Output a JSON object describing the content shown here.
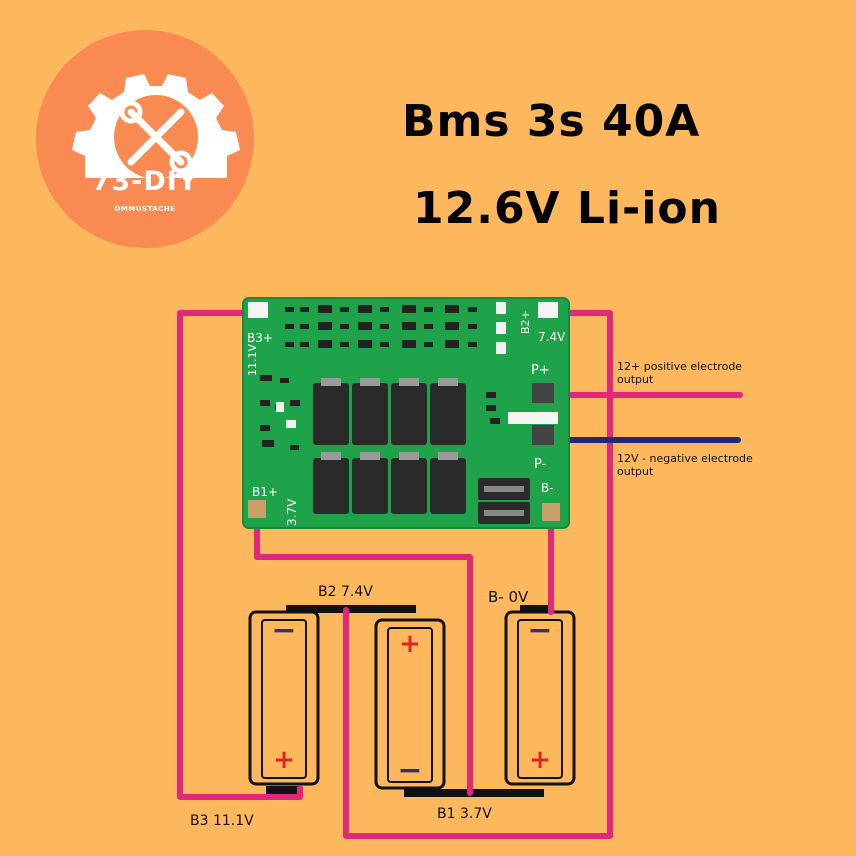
{
  "logo": {
    "name": "73-DIY",
    "tagline": "OMMUSTACHE"
  },
  "title": {
    "line1": "Bms 3s 40A",
    "line2": "12.6V Li-ion"
  },
  "board": {
    "pads": {
      "b3_plus": "B3+",
      "b3_voltage": "11.1V",
      "b2_plus": "B2+",
      "b2_voltage": "7.4V",
      "b1_plus": "B1+",
      "b1_voltage": "3.7V",
      "b_minus": "B-",
      "p_plus": "P+",
      "p_minus": "P-"
    }
  },
  "outputs": {
    "positive_line1": "12+ positive electrode",
    "positive_line2": "output",
    "negative_line1": "12V - negative electrode",
    "negative_line2": "output"
  },
  "cells": {
    "b2_label": "B2 7.4V",
    "bminus_label": "B-  0V",
    "b1_label": "B1 3.7V",
    "b3_label": "B3 11.1V",
    "plus_sign": "+",
    "minus_sign": "−"
  },
  "colors": {
    "background": "#FDB85E",
    "logo": "#F98A52",
    "wire_pink": "#E0287D",
    "wire_blue": "#25257A",
    "pcb_green": "#1EA34A",
    "terminal_black": "#111111"
  }
}
